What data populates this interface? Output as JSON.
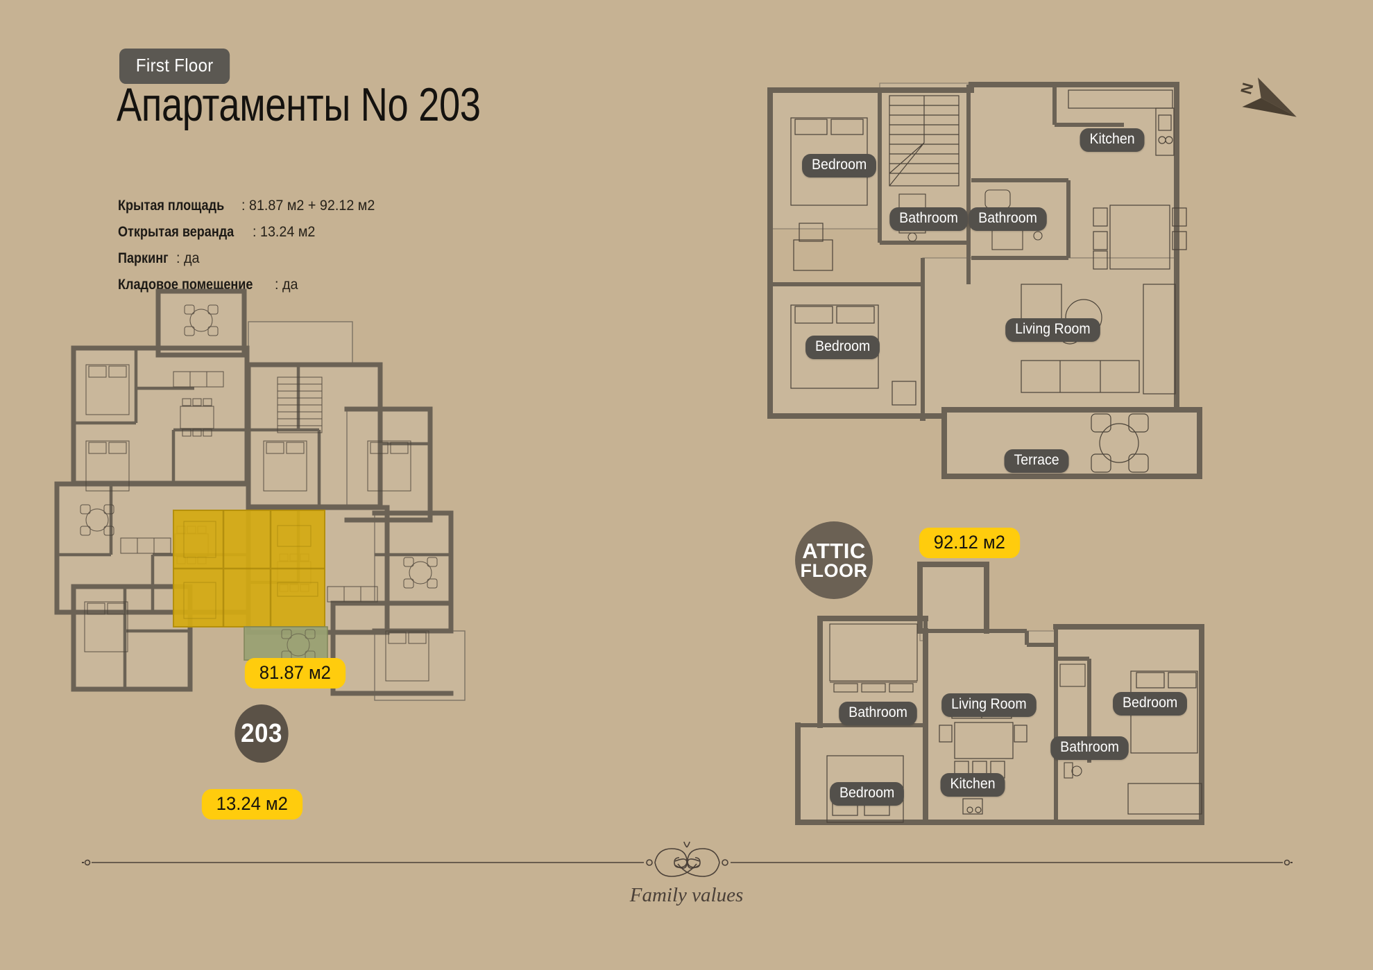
{
  "header": {
    "floor_pill": "First Floor",
    "title": "Апартаменты No 203"
  },
  "specs": [
    {
      "key": "Крытая площадь",
      "value": ": 81.87 м2 + 92.12 м2"
    },
    {
      "key": "Открытая веранда",
      "value": ": 13.24 м2"
    },
    {
      "key": "Паркинг",
      "value": ": да"
    },
    {
      "key": "Кладовое помещение",
      "value": ": да"
    }
  ],
  "site_plan": {
    "unit_number": "203",
    "badges": {
      "covered_area": "81.87 м2",
      "veranda_area": "13.24 м2"
    },
    "highlight_color": "#d4aa12",
    "terrace_color": "#9aa173"
  },
  "first_floor_plan": {
    "labels": [
      {
        "name": "bedroom-1",
        "text": "Bedroom"
      },
      {
        "name": "bathroom-1",
        "text": "Bathroom"
      },
      {
        "name": "bathroom-2",
        "text": "Bathroom"
      },
      {
        "name": "kitchen",
        "text": "Kitchen"
      },
      {
        "name": "living-room",
        "text": "Living Room"
      },
      {
        "name": "bedroom-2",
        "text": "Bedroom"
      },
      {
        "name": "terrace",
        "text": "Terrace"
      }
    ]
  },
  "attic_floor": {
    "badge_line1": "ATTIC",
    "badge_line2": "FLOOR",
    "area_badge": "92.12 м2",
    "labels": [
      {
        "name": "bathroom-1",
        "text": "Bathroom"
      },
      {
        "name": "living-room",
        "text": "Living Room"
      },
      {
        "name": "bedroom-1",
        "text": "Bedroom"
      },
      {
        "name": "bedroom-2",
        "text": "Bedroom"
      },
      {
        "name": "bathroom-2",
        "text": "Bathroom"
      },
      {
        "name": "kitchen",
        "text": "Kitchen"
      }
    ]
  },
  "compass": {
    "north_letter": "N"
  },
  "footer": {
    "tagline": "Family values"
  },
  "colors": {
    "background": "#c6b293",
    "pill_dark": "#53504b",
    "badge_yellow": "#ffcc0d",
    "unit_circle": "#5b5247",
    "attic_circle": "#6b6154",
    "wall_dark": "#6b6255",
    "floor_fill": "#c3b092",
    "line": "#3a342c"
  }
}
